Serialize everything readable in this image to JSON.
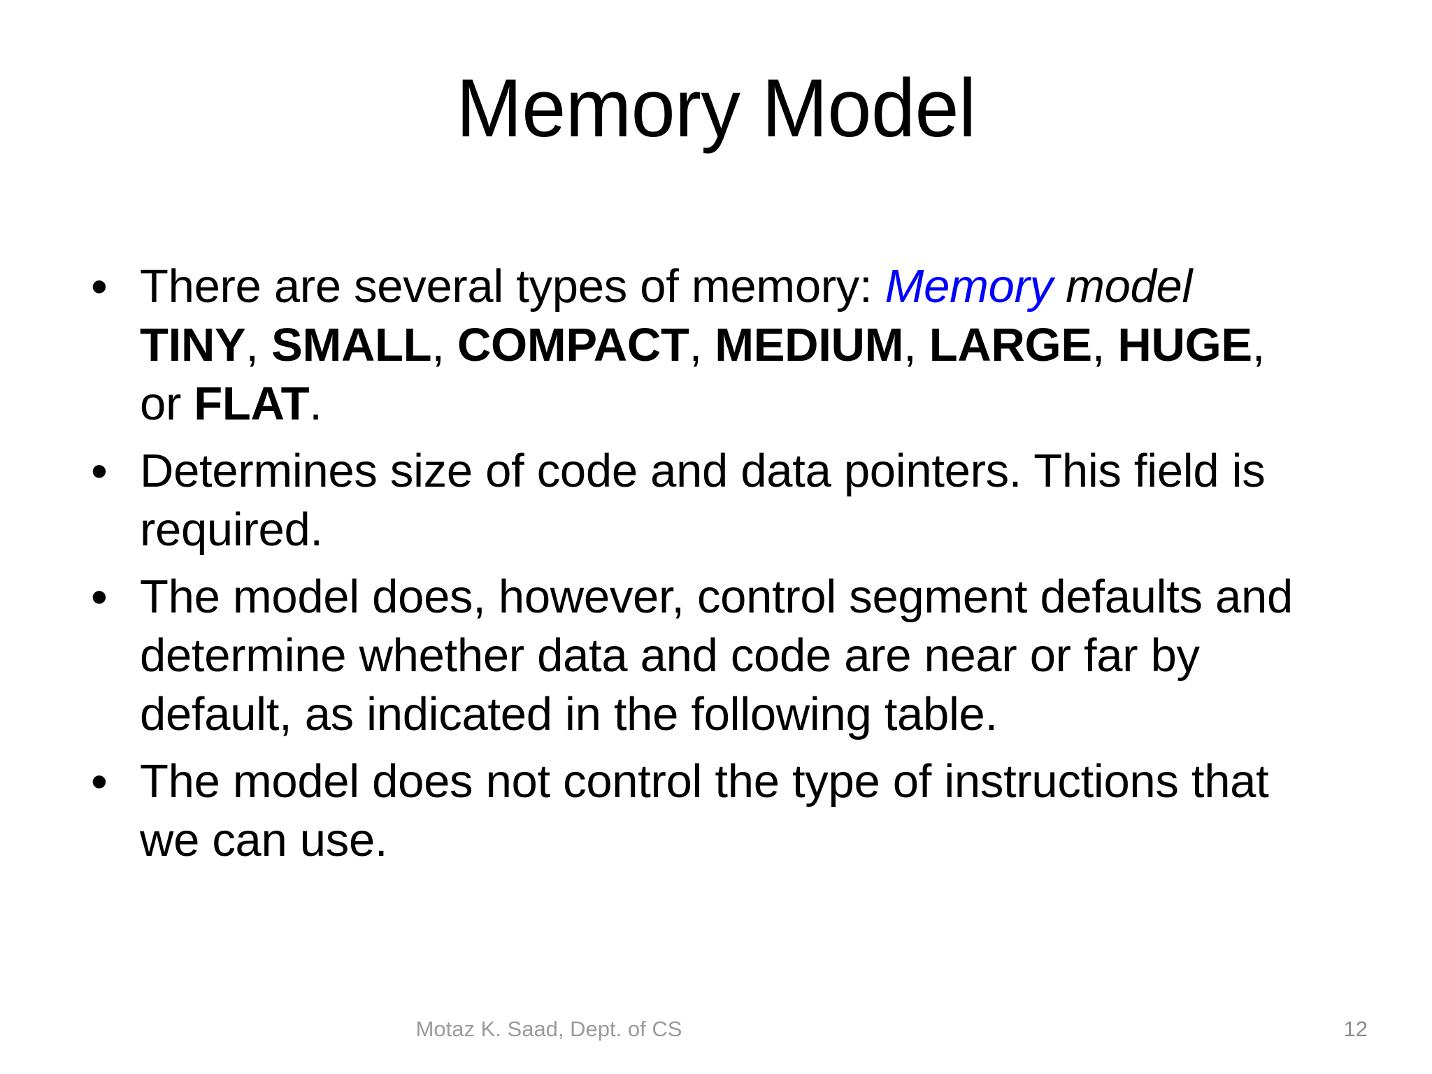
{
  "slide": {
    "title": "Memory Model",
    "background_color": "#ffffff",
    "text_color": "#000000",
    "accent_color": "#0000ff",
    "footer_color": "#9b9b9b"
  },
  "bullets": [
    {
      "marker": "•",
      "segments": [
        {
          "text": "There are several types of memory: ",
          "style": "normal"
        },
        {
          "text": "Memory",
          "style": "italic-blue"
        },
        {
          "text": " ",
          "style": "normal"
        },
        {
          "text": "model",
          "style": "italic-black"
        },
        {
          "text": " ",
          "style": "normal"
        },
        {
          "text": "TINY",
          "style": "bold"
        },
        {
          "text": ", ",
          "style": "normal"
        },
        {
          "text": "SMALL",
          "style": "bold"
        },
        {
          "text": ", ",
          "style": "normal"
        },
        {
          "text": "COMPACT",
          "style": "bold"
        },
        {
          "text": ", ",
          "style": "normal"
        },
        {
          "text": "MEDIUM",
          "style": "bold"
        },
        {
          "text": ", ",
          "style": "normal"
        },
        {
          "text": "LARGE",
          "style": "bold"
        },
        {
          "text": ", ",
          "style": "normal"
        },
        {
          "text": "HUGE",
          "style": "bold"
        },
        {
          "text": ", or ",
          "style": "normal"
        },
        {
          "text": "FLAT",
          "style": "bold"
        },
        {
          "text": ".",
          "style": "normal"
        }
      ]
    },
    {
      "marker": "•",
      "segments": [
        {
          "text": "Determines size of code and data pointers. This field is required.",
          "style": "normal"
        }
      ]
    },
    {
      "marker": "•",
      "segments": [
        {
          "text": "The model does, however, control segment defaults and determine whether data and code are near or far by default, as indicated in the following table.",
          "style": "normal"
        }
      ]
    },
    {
      "marker": "•",
      "segments": [
        {
          "text": "The model does not control the type of instructions that we can use.",
          "style": "normal"
        }
      ]
    }
  ],
  "footer": {
    "credit": "Motaz K. Saad, Dept. of CS",
    "page_number": "12"
  }
}
